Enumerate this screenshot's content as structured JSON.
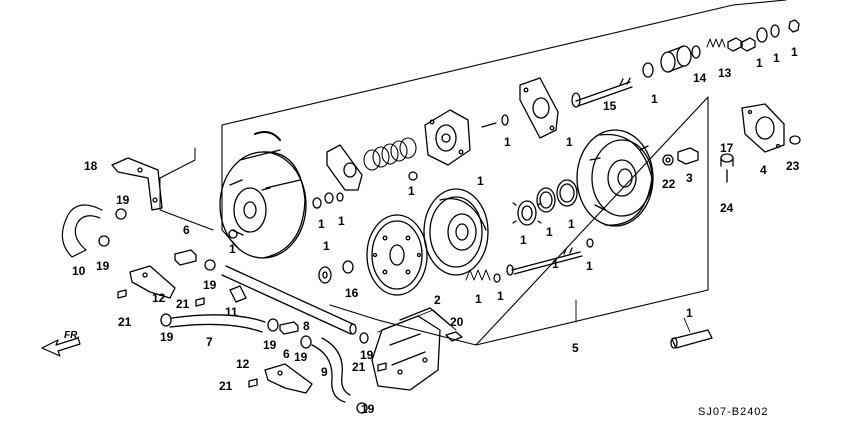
{
  "diagram_code": "SJ07-B2402",
  "direction_label": "FR.",
  "callouts": {
    "c1_top_a": "1",
    "c1_top_b": "1",
    "c1_top_c": "1",
    "c1_a": "1",
    "c1_b": "1",
    "c1_c": "1",
    "c1_d": "1",
    "c1_e": "1",
    "c1_f": "1",
    "c1_g": "1",
    "c1_h": "1",
    "c1_i": "1",
    "c1_j": "1",
    "c1_k": "1",
    "c1_l": "1",
    "c1_m": "1",
    "c1_n": "1",
    "c1_o": "1",
    "c1_tube": "1",
    "c2": "2",
    "c3": "3",
    "c4": "4",
    "c5": "5",
    "c6_a": "6",
    "c6_b": "6",
    "c7": "7",
    "c8": "8",
    "c9": "9",
    "c10": "10",
    "c11": "11",
    "c12_a": "12",
    "c12_b": "12",
    "c13": "13",
    "c14": "14",
    "c15": "15",
    "c16": "16",
    "c17": "17",
    "c18": "18",
    "c19_a": "19",
    "c19_b": "19",
    "c19_c": "19",
    "c19_d": "19",
    "c19_e": "19",
    "c19_f": "19",
    "c19_g": "19",
    "c20": "20",
    "c21_a": "21",
    "c21_b": "21",
    "c21_c": "21",
    "c21_d": "21",
    "c22": "22",
    "c23": "23",
    "c24": "24"
  }
}
